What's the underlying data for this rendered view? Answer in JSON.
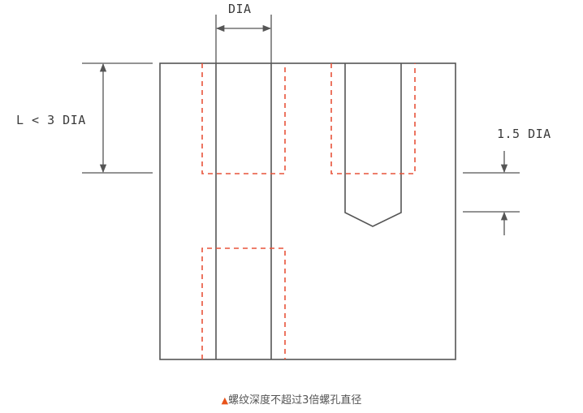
{
  "labels": {
    "dia": "DIA",
    "length_limit": "L < 3 DIA",
    "depth_extra": "1.5 DIA"
  },
  "caption": {
    "marker": "▲",
    "text": "螺纹深度不超过3倍螺孔直径"
  },
  "colors": {
    "outline": "#555555",
    "thread_dash": "#e8533a",
    "caption_marker": "#e8531a"
  }
}
